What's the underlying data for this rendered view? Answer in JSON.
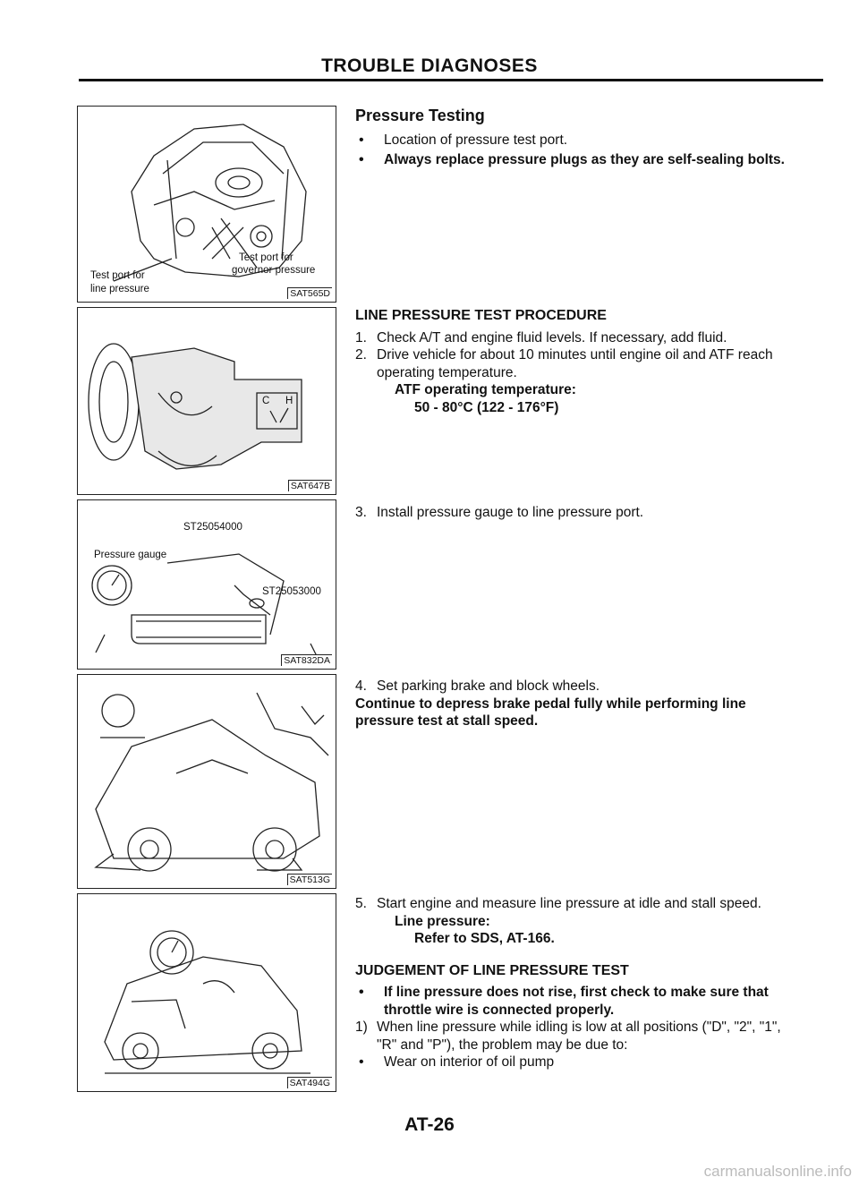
{
  "header": {
    "title": "TROUBLE DIAGNOSES"
  },
  "figures": [
    {
      "code": "SAT565D",
      "labels": [
        "Test port for",
        "governor pressure",
        "Test port for",
        "line pressure"
      ]
    },
    {
      "code": "SAT647B",
      "labels": [
        "C",
        "H"
      ]
    },
    {
      "code": "SAT832DA",
      "labels": [
        "ST25054000",
        "Pressure gauge",
        "ST25053000"
      ]
    },
    {
      "code": "SAT513G",
      "labels": []
    },
    {
      "code": "SAT494G",
      "labels": []
    }
  ],
  "section1": {
    "title": "Pressure Testing",
    "bullets": [
      "Location of pressure test port.",
      "Always replace pressure plugs as they are self-sealing bolts."
    ]
  },
  "section2": {
    "title": "LINE PRESSURE TEST PROCEDURE",
    "steps": [
      {
        "n": "1.",
        "text": "Check A/T and engine fluid levels. If necessary, add fluid."
      },
      {
        "n": "2.",
        "text": "Drive vehicle for about 10 minutes until engine oil and ATF reach operating temperature."
      }
    ],
    "spec_label": "ATF operating temperature:",
    "spec_value": "50 - 80°C (122 - 176°F)"
  },
  "step3": {
    "n": "3.",
    "text": "Install pressure gauge to line pressure port."
  },
  "step4": {
    "n": "4.",
    "text": "Set parking brake and block wheels.",
    "note": "Continue to depress brake pedal fully while performing line pressure test at stall speed."
  },
  "step5": {
    "n": "5.",
    "text": "Start engine and measure line pressure at idle and stall speed.",
    "spec_label": "Line pressure:",
    "spec_value": "Refer to SDS, AT-166."
  },
  "section3": {
    "title": "JUDGEMENT OF LINE PRESSURE TEST",
    "bullet1": "If line pressure does not rise, first check to make sure that throttle wire is connected properly.",
    "item1_n": "1)",
    "item1": "When line pressure while idling is low at all positions (\"D\", \"2\", \"1\", \"R\" and \"P\"), the problem may be due to:",
    "bullet2": "Wear on interior of oil pump"
  },
  "footer": {
    "page": "AT-26"
  },
  "watermark": "carmanualsonline.info"
}
